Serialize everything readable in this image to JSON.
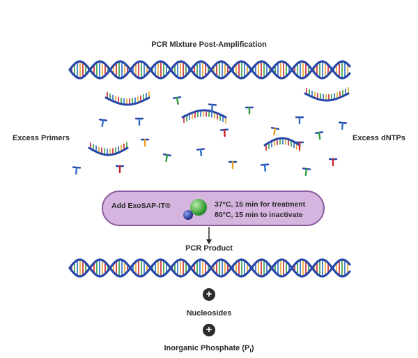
{
  "title": "PCR Mixture Post-Amplification",
  "excess_primers": "Excess Primers",
  "excess_dntps": "Excess dNTPs",
  "treatment": {
    "add_label": "Add ExoSAP-IT®",
    "step1": "37°C, 15 min for treatment",
    "step2": "80°C, 15 min to inactivate"
  },
  "pcr_product": "PCR Product",
  "nucleosides": "Nucleosides",
  "inorganic_phosphate": "Inorganic Phosphate (P",
  "inorganic_phosphate_sub": "i",
  "inorganic_phosphate_close": ")",
  "plus_symbol": "+",
  "colors": {
    "backbone": "#2747a8",
    "base_red": "#c8202a",
    "base_green": "#2e9a3a",
    "base_blue": "#2a6cc8",
    "base_orange": "#e8a020",
    "pill_fill": "#d6b4e0",
    "pill_stroke": "#8a5a9e",
    "enzyme_green": "#3fbf3a",
    "enzyme_blue": "#2a3fa8"
  }
}
